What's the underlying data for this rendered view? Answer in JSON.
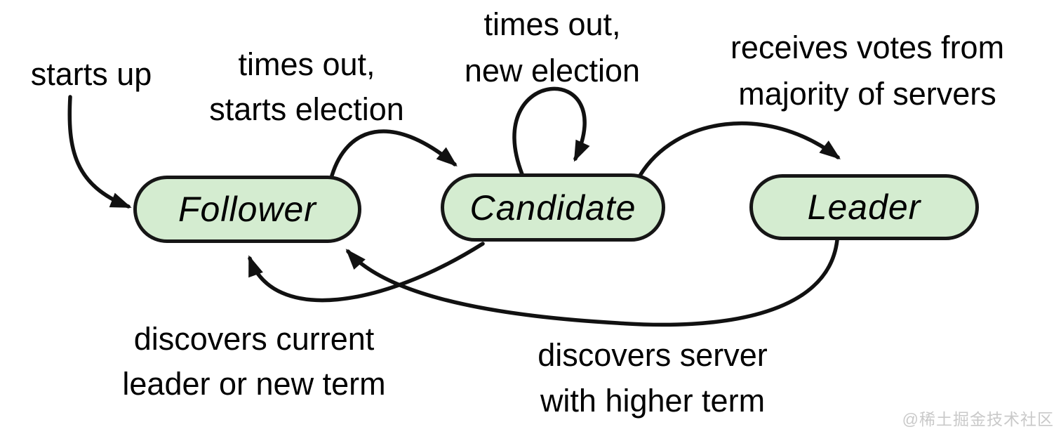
{
  "diagram": {
    "states": [
      {
        "label": "Follower"
      },
      {
        "label": "Candidate"
      },
      {
        "label": "Leader"
      }
    ],
    "transitions": [
      {
        "name": "starts-up",
        "from": "",
        "to": "Follower",
        "lines": [
          "starts up"
        ]
      },
      {
        "name": "follower-to-candidate",
        "from": "Follower",
        "to": "Candidate",
        "lines": [
          "times out,",
          "starts election"
        ]
      },
      {
        "name": "candidate-self-loop",
        "from": "Candidate",
        "to": "Candidate",
        "lines": [
          "times out,",
          "new election"
        ]
      },
      {
        "name": "candidate-to-leader",
        "from": "Candidate",
        "to": "Leader",
        "lines": [
          "receives votes from",
          "majority of servers"
        ]
      },
      {
        "name": "candidate-to-follower",
        "from": "Candidate",
        "to": "Follower",
        "lines": [
          "discovers current",
          "leader or new term"
        ]
      },
      {
        "name": "leader-to-follower",
        "from": "Leader",
        "to": "Follower",
        "lines": [
          "discovers server",
          "with higher term"
        ]
      }
    ],
    "watermark": "@稀土掘金技术社区",
    "colors": {
      "state_fill": "#d4ecd0",
      "state_border": "#161616",
      "arrow": "#111111",
      "text": "#000000",
      "watermark": "#c9c9c9",
      "background": "#ffffff"
    }
  }
}
